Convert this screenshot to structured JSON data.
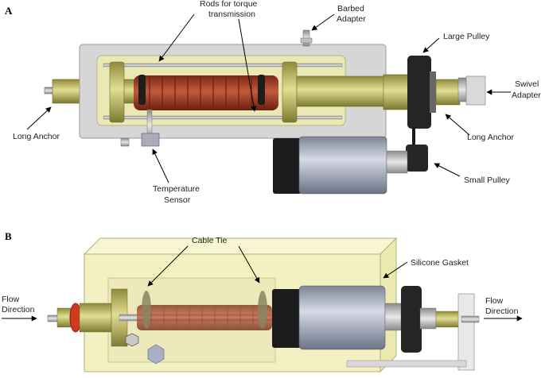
{
  "panel_a": {
    "letter": "A",
    "labels": {
      "rods_line1": "Rods for torque",
      "rods_line2": "transmission",
      "barbed_line1": "Barbed",
      "barbed_line2": "Adapter",
      "large_pulley": "Large Pulley",
      "swivel_line1": "Swivel",
      "swivel_line2": "Adapter",
      "long_anchor_left": "Long Anchor",
      "long_anchor_right": "Long Anchor",
      "small_pulley": "Small Pulley",
      "temp_line1": "Temperature",
      "temp_line2": "Sensor"
    }
  },
  "panel_b": {
    "letter": "B",
    "labels": {
      "cable_tie": "Cable Tie",
      "silicone_gasket": "Silicone Gasket",
      "flow_left_line1": "Flow",
      "flow_left_line2": "Direction",
      "flow_right_line1": "Flow",
      "flow_right_line2": "Direction"
    }
  },
  "colors": {
    "chamber_grey": "#d6d6d6",
    "inner_yellow": "#eae9b6",
    "brass": "#c9c46a",
    "vessel_red": "#a8402b",
    "motor_blue": "#aeb4c6",
    "motor_black": "#1c1c1c",
    "gasket_red": "#d23a1f",
    "box_yellow": "#f3f1c2"
  }
}
